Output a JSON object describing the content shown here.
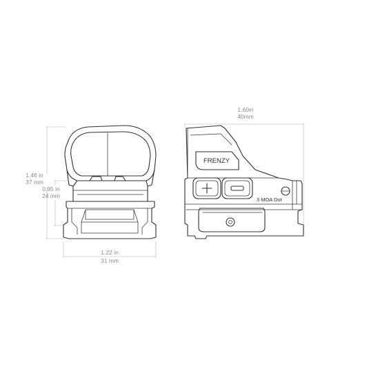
{
  "front_view": {
    "height_total": {
      "inches": "1.46 in",
      "mm": "37 mm"
    },
    "height_window": {
      "inches": "0.95 in",
      "mm": "24 mm"
    },
    "width": {
      "inches": "1.22 in",
      "mm": "31 mm"
    }
  },
  "side_view": {
    "length": {
      "inches": "1.60in",
      "mm": "40mm"
    },
    "model_label": "FRENZY",
    "reticle_label": "3 MOA Dot",
    "plus_button_icon": "plus-icon",
    "minus_button_icon": "minus-icon"
  },
  "colors": {
    "outline": "#2f2f2f",
    "dimension": "#b4b4b4",
    "dimension_text": "#8a8a8a"
  }
}
